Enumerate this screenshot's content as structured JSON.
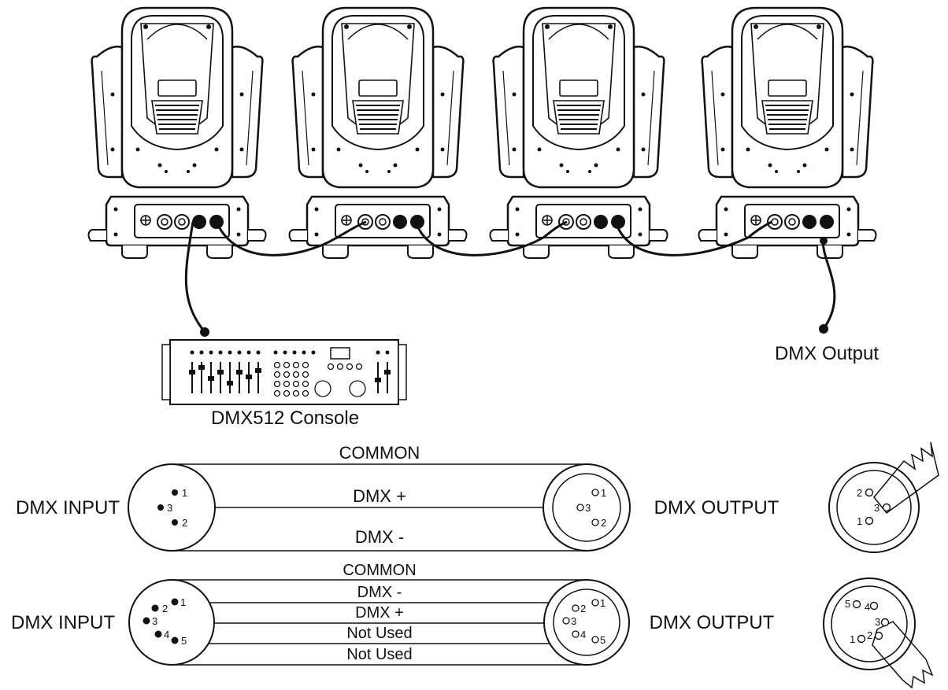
{
  "labels": {
    "dmx_output_top": "DMX Output",
    "console": "DMX512 Console"
  },
  "cable3": {
    "input_label": "DMX INPUT",
    "output_label": "DMX OUTPUT",
    "wires": [
      "COMMON",
      "DMX +",
      "DMX -"
    ],
    "input_pins": [
      "1",
      "3",
      "2"
    ],
    "output_pins": [
      "1",
      "3",
      "2"
    ],
    "connector_pins": [
      "2",
      "3",
      "1"
    ]
  },
  "cable5": {
    "input_label": "DMX INPUT",
    "output_label": "DMX OUTPUT",
    "wires": [
      "COMMON",
      "DMX -",
      "DMX +",
      "Not Used",
      "Not Used"
    ],
    "input_pins": [
      "1",
      "2",
      "3",
      "4",
      "5"
    ],
    "output_pins": [
      "1",
      "2",
      "3",
      "4",
      "5"
    ],
    "connector_pins": [
      "5",
      "4",
      "3",
      "1",
      "2"
    ]
  }
}
